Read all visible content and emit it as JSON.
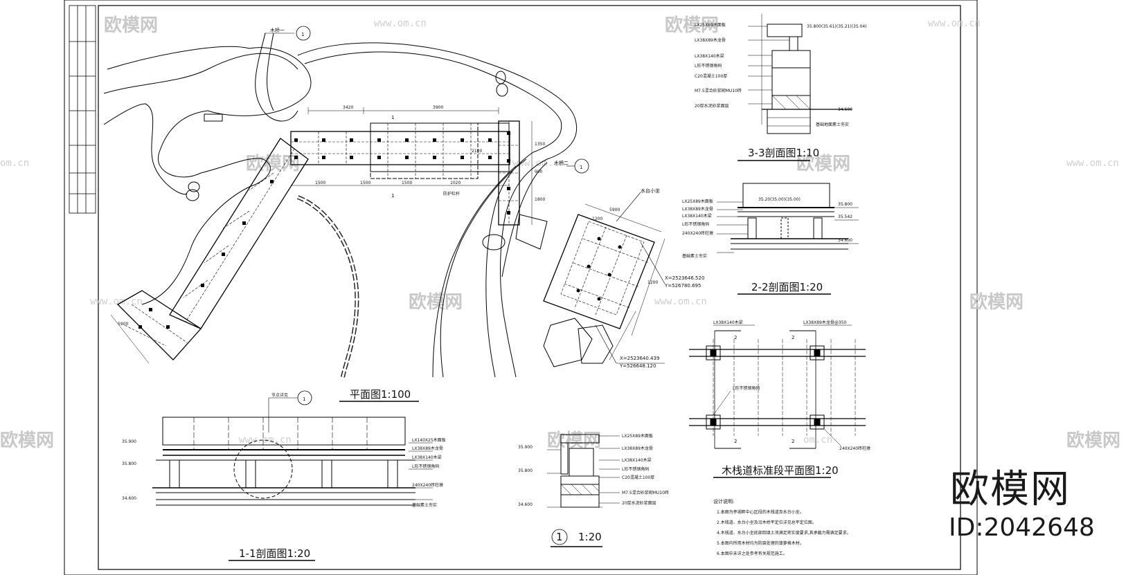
{
  "watermark": {
    "brand": "欧模网",
    "url": "www.om.cn",
    "url_short": "om.cn"
  },
  "brand_block": {
    "name": "欧模网",
    "id": "ID:2042648"
  },
  "drawings": {
    "plan": {
      "title": "平面图1:100"
    },
    "section_11": {
      "title": "1-1剖面图1:20"
    },
    "section_33": {
      "title": "3-3剖面图1:10"
    },
    "section_22": {
      "title": "2-2剖面图1:20"
    },
    "detail_1": {
      "title": "1:20",
      "num": "1"
    },
    "std_plan": {
      "title": "木栈道标准段平面图1:20"
    }
  },
  "plan_labels": {
    "bridge": "木桥一",
    "bridge2": "木桥二",
    "platform": "水台小坐",
    "coord1a": "X=2523646.520",
    "coord1b": "Y=526780.695",
    "coord2a": "X=2523640.439",
    "coord2b": "Y=526648.120",
    "d1": "3420",
    "d2": "3900",
    "d3": "5900",
    "d4": "1500",
    "d5": "1200",
    "d6": "900",
    "d7": "1800",
    "d8": "2100",
    "d9": "1350",
    "d10": "1020",
    "mark": "1",
    "guard": "防护栏杆",
    "callout": "节点详见"
  },
  "section_33_labels": [
    "LX25X89木面板",
    "LX38X89木龙骨",
    "LX38X140木梁",
    "L形不锈钢角码",
    "C20混凝土100厚",
    "M7.5混合砂浆砌MU10砖",
    "20厚水泥砂浆面层"
  ],
  "section_33_elev": {
    "top": "35.800(35.61)(35.21)(35.04)",
    "low": "34.600",
    "ground": "基础地面素土夯实"
  },
  "section_22_labels": [
    "LX25X89木面板",
    "LX38X89木龙骨",
    "LX38X140木梁",
    "L形不锈钢角码",
    "240X240砖柱墩",
    "基础素土夯实"
  ],
  "section_22_elev": {
    "e1": "35.800",
    "e2": "35.542",
    "e3": "34.600",
    "mid": "35.20(35.00)(35.00)"
  },
  "section_11_labels": [
    "LX140X25木面板",
    "LX38X89木龙骨",
    "LX38X140木梁",
    "L形不锈钢角码",
    "240X240砖柱墩",
    "基础素土夯实"
  ],
  "section_11_elev": {
    "e1": "35.900",
    "e2": "35.800",
    "e3": "34.600"
  },
  "detail_1_labels": [
    "LX25X89木面板",
    "LX38X89木龙骨",
    "LX38X140木梁",
    "L形不锈钢角码",
    "C20混凝土100厚",
    "M7.5混合砂浆砌MU10砖",
    "20厚水泥砂浆面层"
  ],
  "detail_1_elev": {
    "e1": "35.900",
    "e2": "35.800",
    "e3": "34.600"
  },
  "std_plan_labels": {
    "beam": "LX38X140木梁",
    "joist": "LX38X89木龙骨@350",
    "angle": "L形不锈钢角码",
    "pier": "240X240砖柱墩",
    "cut": "2"
  },
  "notes": {
    "heading": "设计说明:",
    "items": [
      "1.本图为亭湖畔中心区段的木栈道及水台小坐。",
      "2.木栈道、水台小坐及沿木桥平定位详见总平定位图。",
      "4.木栈道、水台小坐底部回填土须满足密实度要求,其承载力需满足要求。",
      "5.本图内所用木材均为防腐处理的菠萝格木材。",
      "6.本图中未详之处参考有关规范施工。"
    ]
  }
}
